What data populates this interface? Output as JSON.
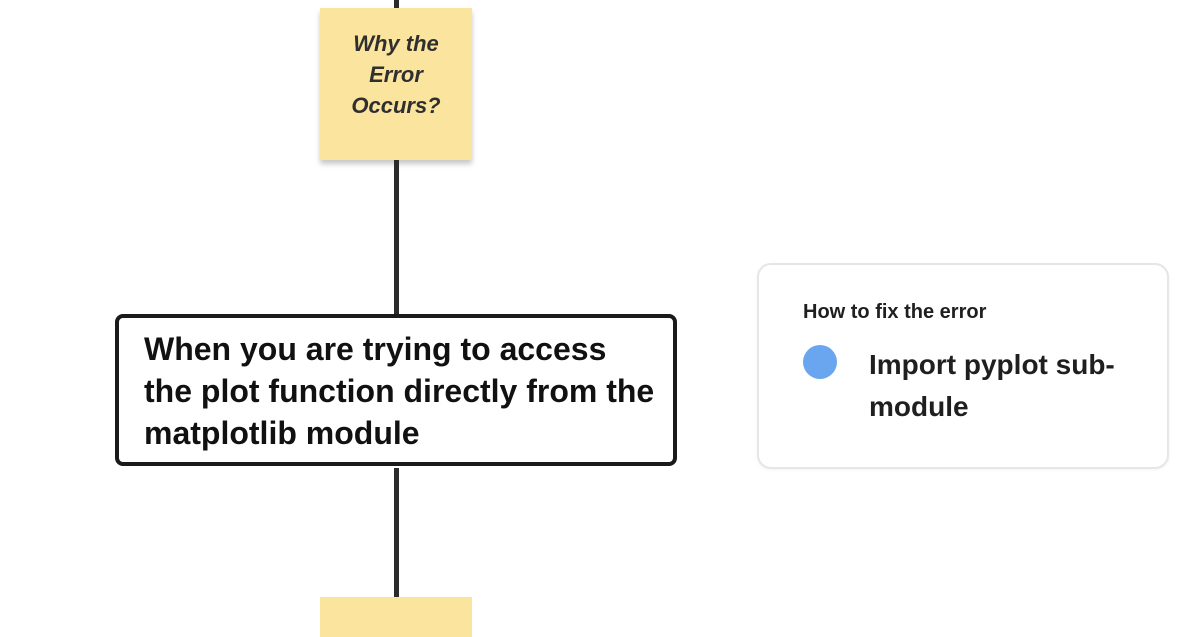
{
  "diagram": {
    "sticky_top": {
      "label": "Why the Error Occurs?",
      "color": "#fbe49d"
    },
    "sticky_bottom": {
      "label": "",
      "color": "#fbe49d"
    },
    "process_box": {
      "label": "When you are trying to access the plot function directly from the matplotlib module"
    },
    "legend": {
      "title": "How to fix the error",
      "items": [
        {
          "label": "Import pyplot sub-module",
          "color": "#6aa6ef"
        }
      ]
    }
  }
}
